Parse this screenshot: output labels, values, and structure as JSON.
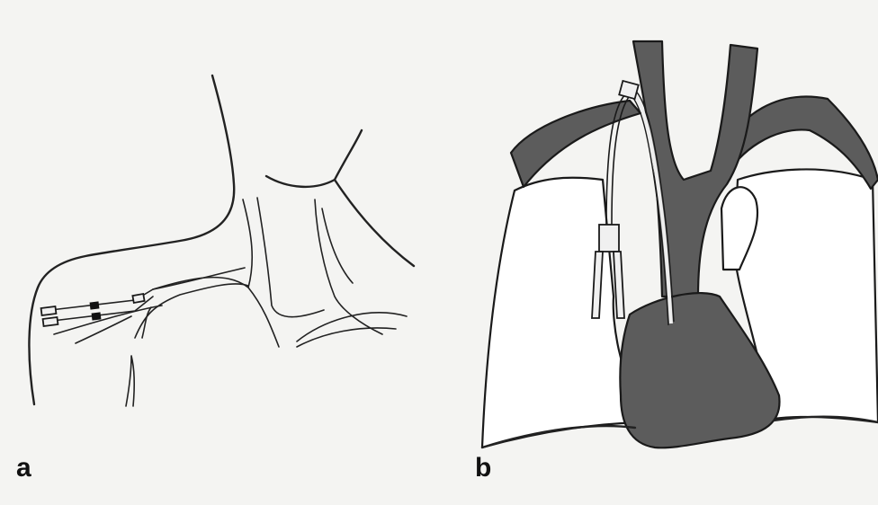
{
  "figure": {
    "panels": [
      {
        "id": "a",
        "label": "a"
      },
      {
        "id": "b",
        "label": "b"
      }
    ]
  }
}
